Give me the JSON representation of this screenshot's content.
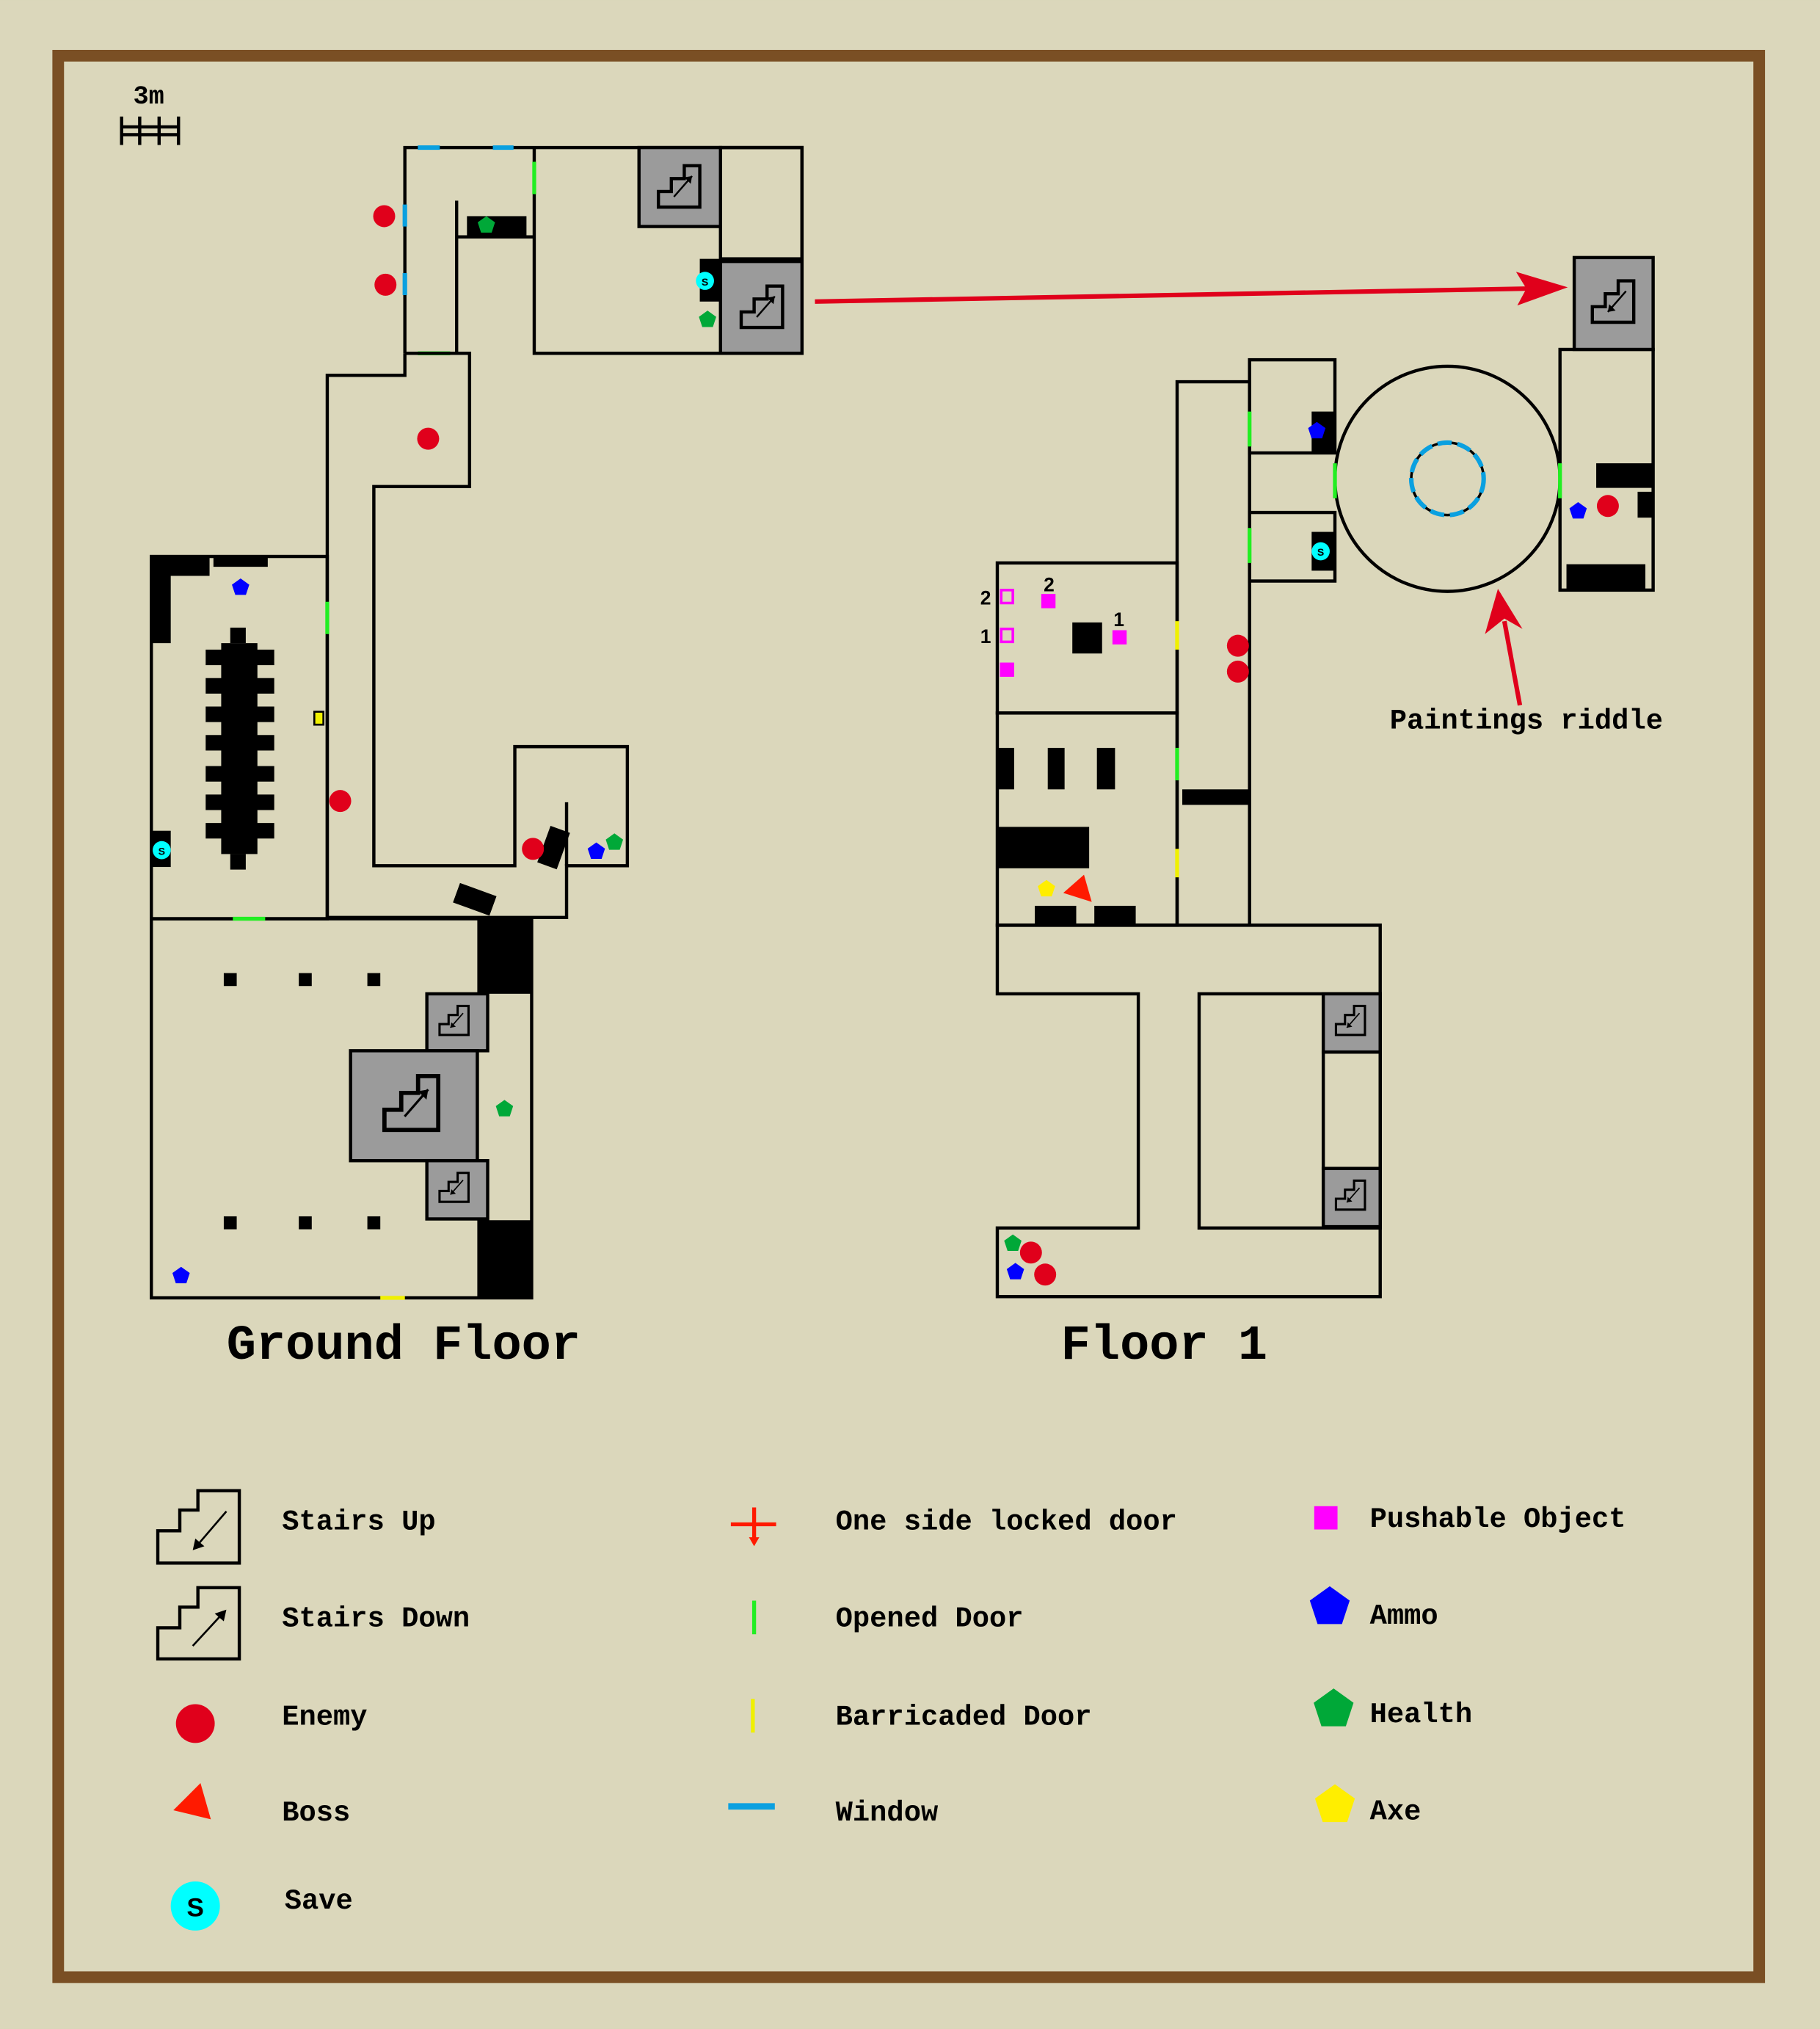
{
  "scale": {
    "label": "3m"
  },
  "floors": {
    "ground": {
      "title": "Ground Floor"
    },
    "first": {
      "title": "Floor 1"
    }
  },
  "annotations": {
    "paintings": "Paintings riddle"
  },
  "pushable_labels": {
    "a": "2",
    "b": "1",
    "c": "2",
    "d": "1"
  },
  "save_symbol": "S",
  "legend": {
    "stairs_up": "Stairs Up",
    "stairs_down": "Stairs Down",
    "enemy": "Enemy",
    "boss": "Boss",
    "save": "Save",
    "locked_door": "One side locked door",
    "opened_door": "Opened Door",
    "barricaded_door": "Barricaded Door",
    "window": "Window",
    "pushable": "Pushable Object",
    "ammo": "Ammo",
    "health": "Health",
    "axe": "Axe"
  },
  "colors": {
    "background": "#dbd7bb",
    "frame": "#7a4f24",
    "enemy": "#e0001b",
    "window": "#0aa0e0",
    "opened_door": "#22ee22",
    "barricade": "#f0f000",
    "pushable": "#ff00ff",
    "ammo": "#0000ff",
    "health": "#00a838",
    "axe": "#ffee00",
    "save": "#00ffff",
    "stairs": "#9b9b9b"
  }
}
